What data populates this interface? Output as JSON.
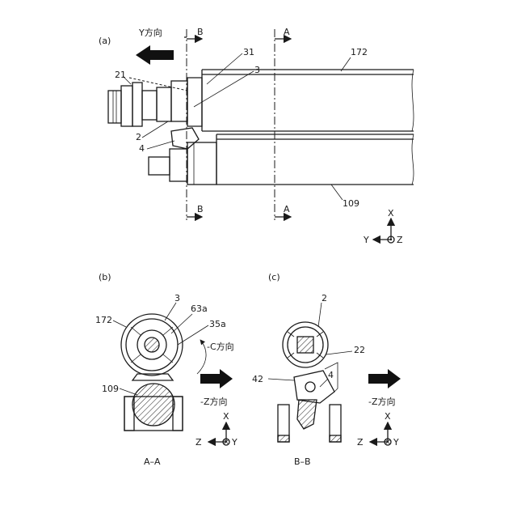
{
  "panel_a": {
    "label": "(a)",
    "direction_label": "Y方向",
    "section_b_top": "B",
    "section_b_bottom": "B",
    "section_a_top": "A",
    "section_a_bottom": "A",
    "ref_31": "31",
    "ref_21": "21",
    "ref_3": "3",
    "ref_2": "2",
    "ref_4": "4",
    "ref_172": "172",
    "ref_109": "109",
    "axis_x": "X",
    "axis_y": "Y",
    "axis_z": "Z"
  },
  "panel_b": {
    "label": "(b)",
    "ref_3": "3",
    "ref_63a": "63a",
    "ref_172": "172",
    "ref_35a": "35a",
    "direction_c": "-C方向",
    "ref_109": "109",
    "direction_z": "-Z方向",
    "axis_x": "X",
    "axis_z": "Z",
    "axis_y": "Y",
    "caption": "A–A"
  },
  "panel_c": {
    "label": "(c)",
    "ref_2": "2",
    "ref_22": "22",
    "ref_42": "42",
    "ref_4": "4",
    "direction_z": "-Z方向",
    "axis_x": "X",
    "axis_z": "Z",
    "axis_y": "Y",
    "caption": "B–B"
  }
}
